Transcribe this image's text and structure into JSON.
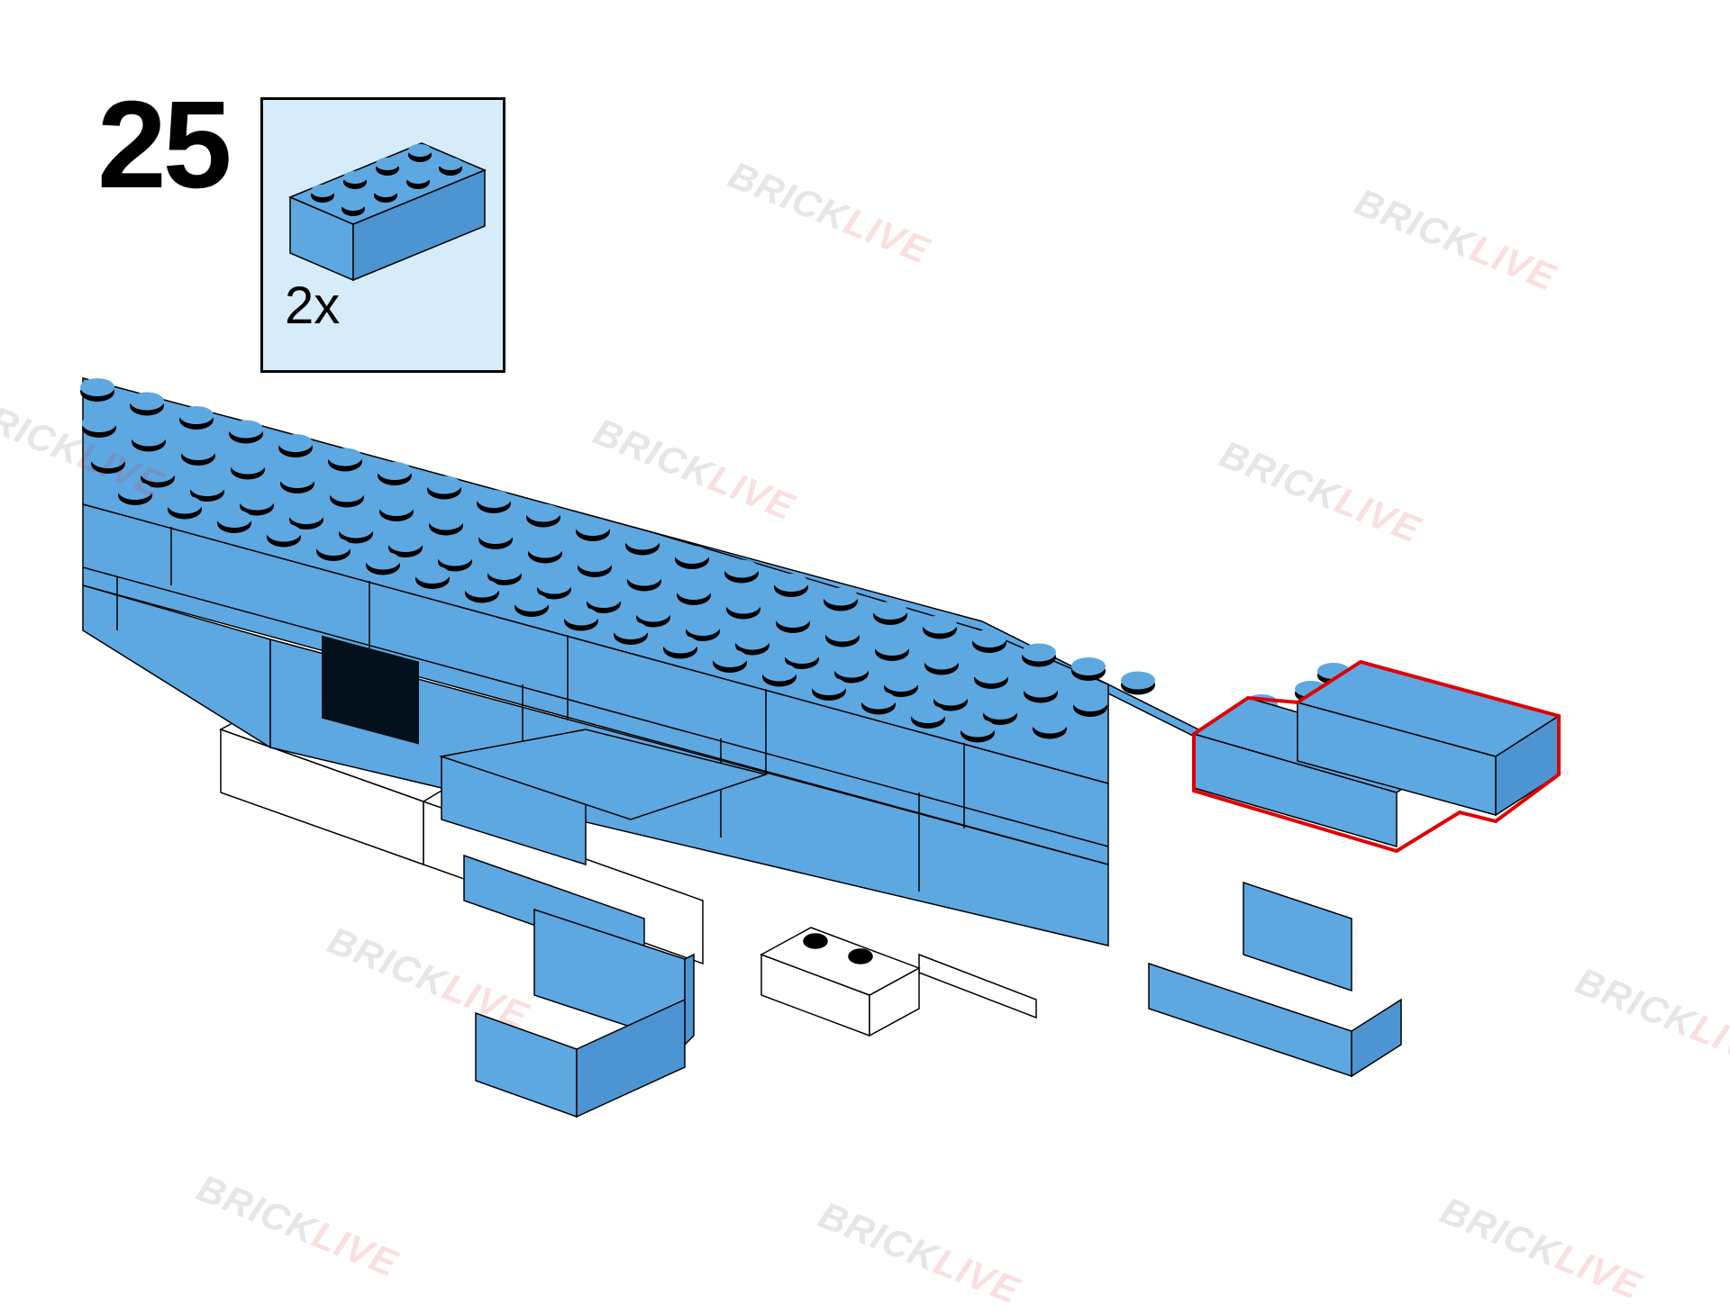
{
  "step": {
    "number": "25"
  },
  "parts_list": {
    "quantity": "2x",
    "part_color": "#5ea8e2",
    "part_type": "brick-2x4-icon"
  },
  "model": {
    "brick_color": "#5ea8e2",
    "brick_dark_side": "#4d95d2",
    "stud_color": "#000000",
    "white_brick_color": "#ffffff",
    "eye_color": "#04101c",
    "new_part_outline_color": "#e00000"
  },
  "watermark": {
    "word_a": "BRICK",
    "word_b": "LIVE",
    "color_a": "#444444",
    "color_b": "#e0141e"
  }
}
